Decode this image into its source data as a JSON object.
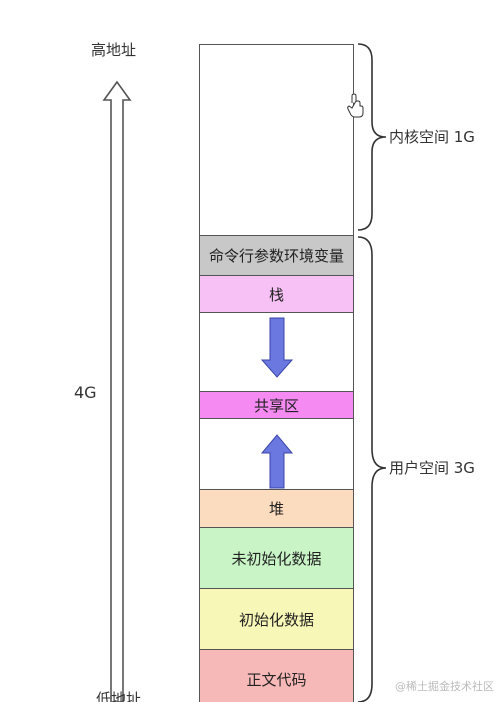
{
  "address_axis": {
    "top_label": "高地址",
    "bottom_label": "低地址",
    "size_label": "4G"
  },
  "memory_segments": [
    {
      "id": "kernel",
      "label": "",
      "color": "#ffffff"
    },
    {
      "id": "env",
      "label": "命令行参数环境变量",
      "color": "#c8c8c8"
    },
    {
      "id": "stack",
      "label": "栈",
      "color": "#f7c1f6"
    },
    {
      "id": "gap-stack",
      "label": "",
      "color": "#ffffff"
    },
    {
      "id": "shared",
      "label": "共享区",
      "color": "#f58af2"
    },
    {
      "id": "gap-heap",
      "label": "",
      "color": "#ffffff"
    },
    {
      "id": "heap",
      "label": "堆",
      "color": "#fbdcbf"
    },
    {
      "id": "bss",
      "label": "未初始化数据",
      "color": "#c9f5c6"
    },
    {
      "id": "data",
      "label": "初始化数据",
      "color": "#f7f7b8"
    },
    {
      "id": "text",
      "label": "正文代码",
      "color": "#f7b8b8"
    }
  ],
  "braces": {
    "kernel_label": "内核空间 1G",
    "user_label": "用户空间 3G"
  },
  "arrow_color": "#6a78e0",
  "watermark": "@稀土掘金技术社区"
}
